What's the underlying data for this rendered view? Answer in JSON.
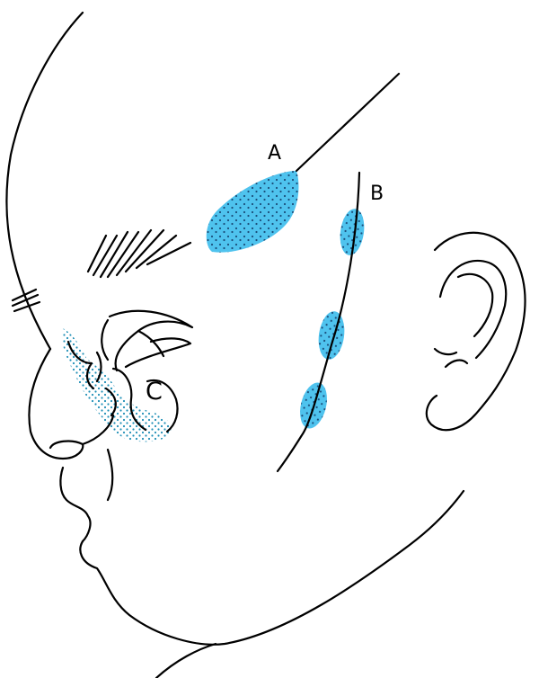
{
  "labels": {
    "a": "A",
    "b": "B",
    "c": "C"
  },
  "colors": {
    "highlight_fill": "#4fc3ee",
    "dots": "#1a4d7a",
    "line": "#000000",
    "background": "#ffffff"
  }
}
